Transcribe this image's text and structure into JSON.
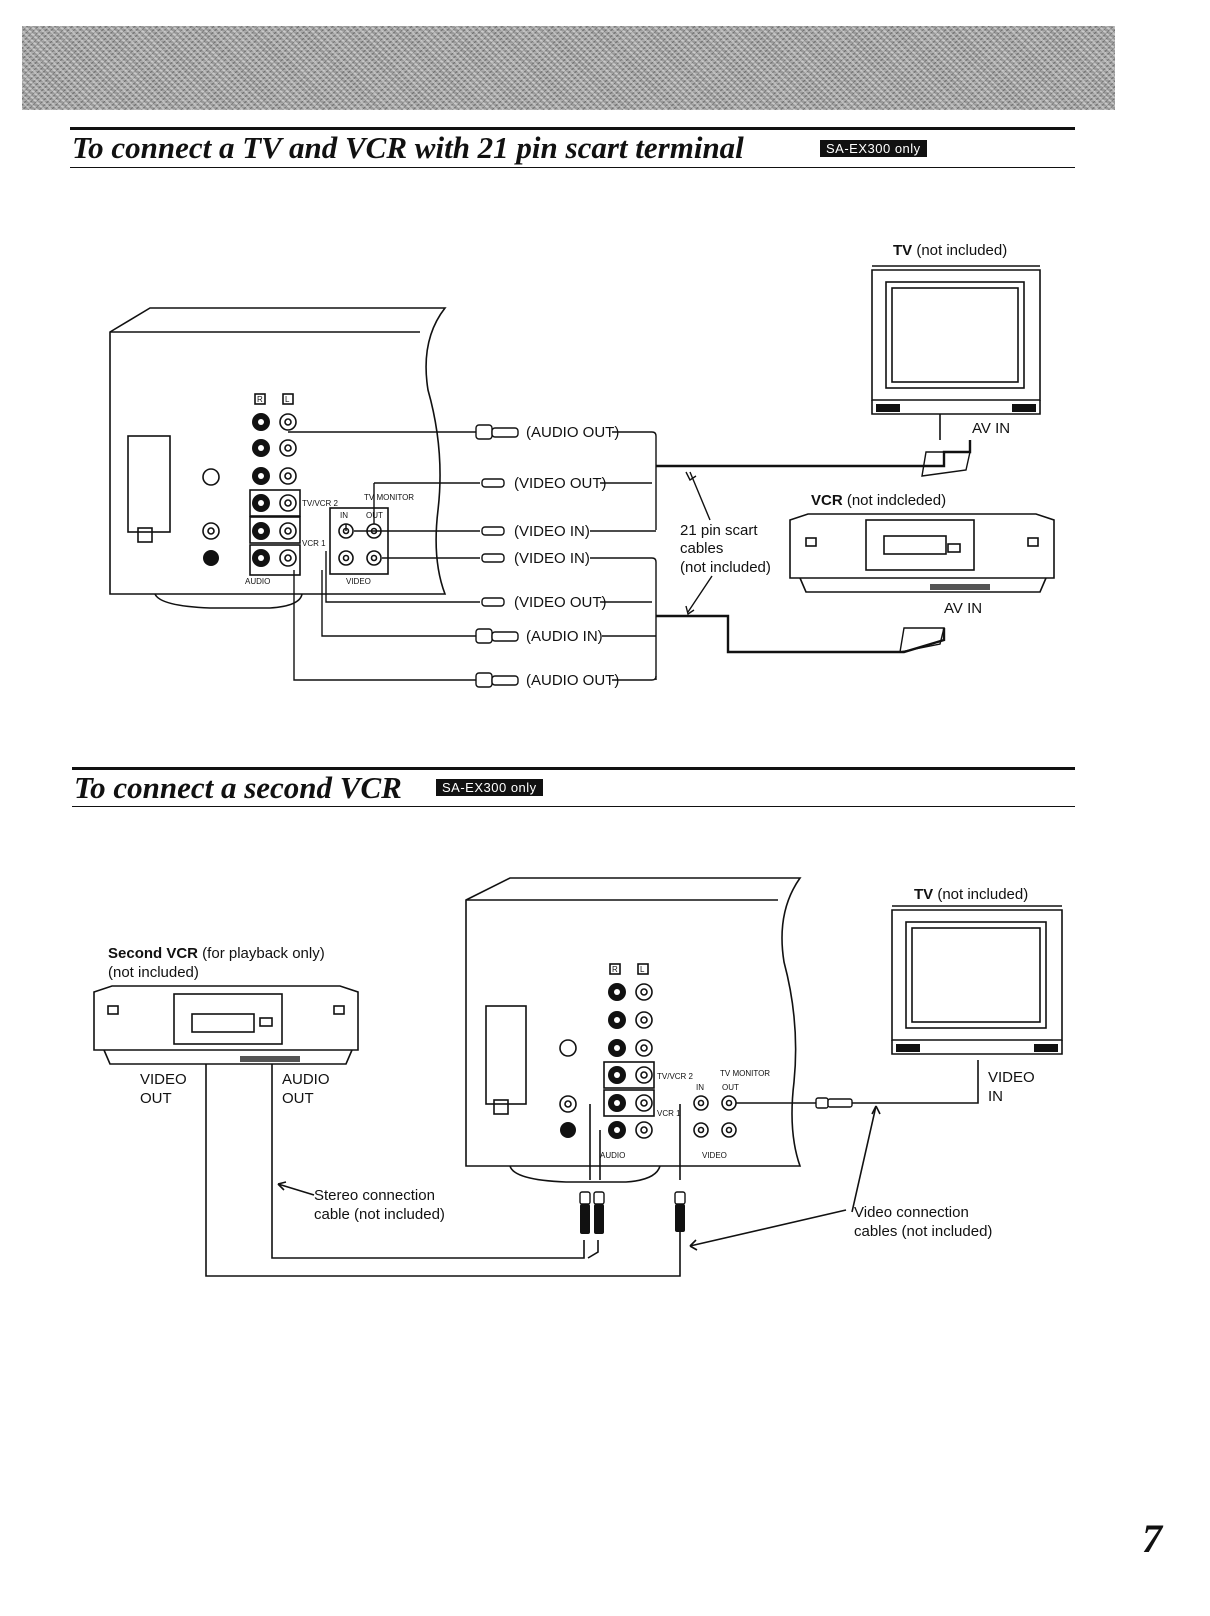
{
  "section1": {
    "title": "To connect a TV and VCR  with 21 pin scart terminal",
    "badge": "SA-EX300 only",
    "tv_label_bold": "TV",
    "tv_label_rest": " (not included)",
    "av_in_tv": "AV IN",
    "vcr_label_bold": "VCR",
    "vcr_label_rest": " (not indcleded)",
    "av_in_vcr": "AV IN",
    "scart_note": [
      "21 pin scart",
      "cables",
      "(not included)"
    ],
    "cable_labels": [
      "(AUDIO OUT)",
      "(VIDEO OUT)",
      "(VIDEO IN)",
      "(VIDEO IN)",
      "(VIDEO OUT)",
      "(AUDIO IN)",
      "(AUDIO OUT)"
    ],
    "jack_labels": {
      "r": "R",
      "l": "L",
      "tvvcr2": "TV/VCR 2",
      "vcr1": "VCR 1",
      "tv_monitor": "TV MONITOR",
      "in": "IN",
      "out": "OUT",
      "audio": "AUDIO",
      "video": "VIDEO"
    }
  },
  "section2": {
    "title": "To connect a second VCR",
    "badge": "SA-EX300 only",
    "tv_label_bold": "TV",
    "tv_label_rest": " (not included)",
    "second_vcr_bold": "Second VCR",
    "second_vcr_rest": " (for playback only)",
    "second_vcr_line2": "(not included)",
    "video_out": [
      "VIDEO",
      "OUT"
    ],
    "audio_out": [
      "AUDIO",
      "OUT"
    ],
    "video_in": [
      "VIDEO",
      "IN"
    ],
    "stereo_note": [
      "Stereo connection",
      "cable (not included)"
    ],
    "video_note": [
      "Video connection",
      "cables (not included)"
    ],
    "jack_labels": {
      "r": "R",
      "l": "L",
      "tvvcr2": "TV/VCR 2",
      "vcr1": "VCR 1",
      "tv_monitor": "TV MONITOR",
      "in": "IN",
      "out": "OUT",
      "audio": "AUDIO",
      "video": "VIDEO"
    }
  },
  "page_number": "7"
}
